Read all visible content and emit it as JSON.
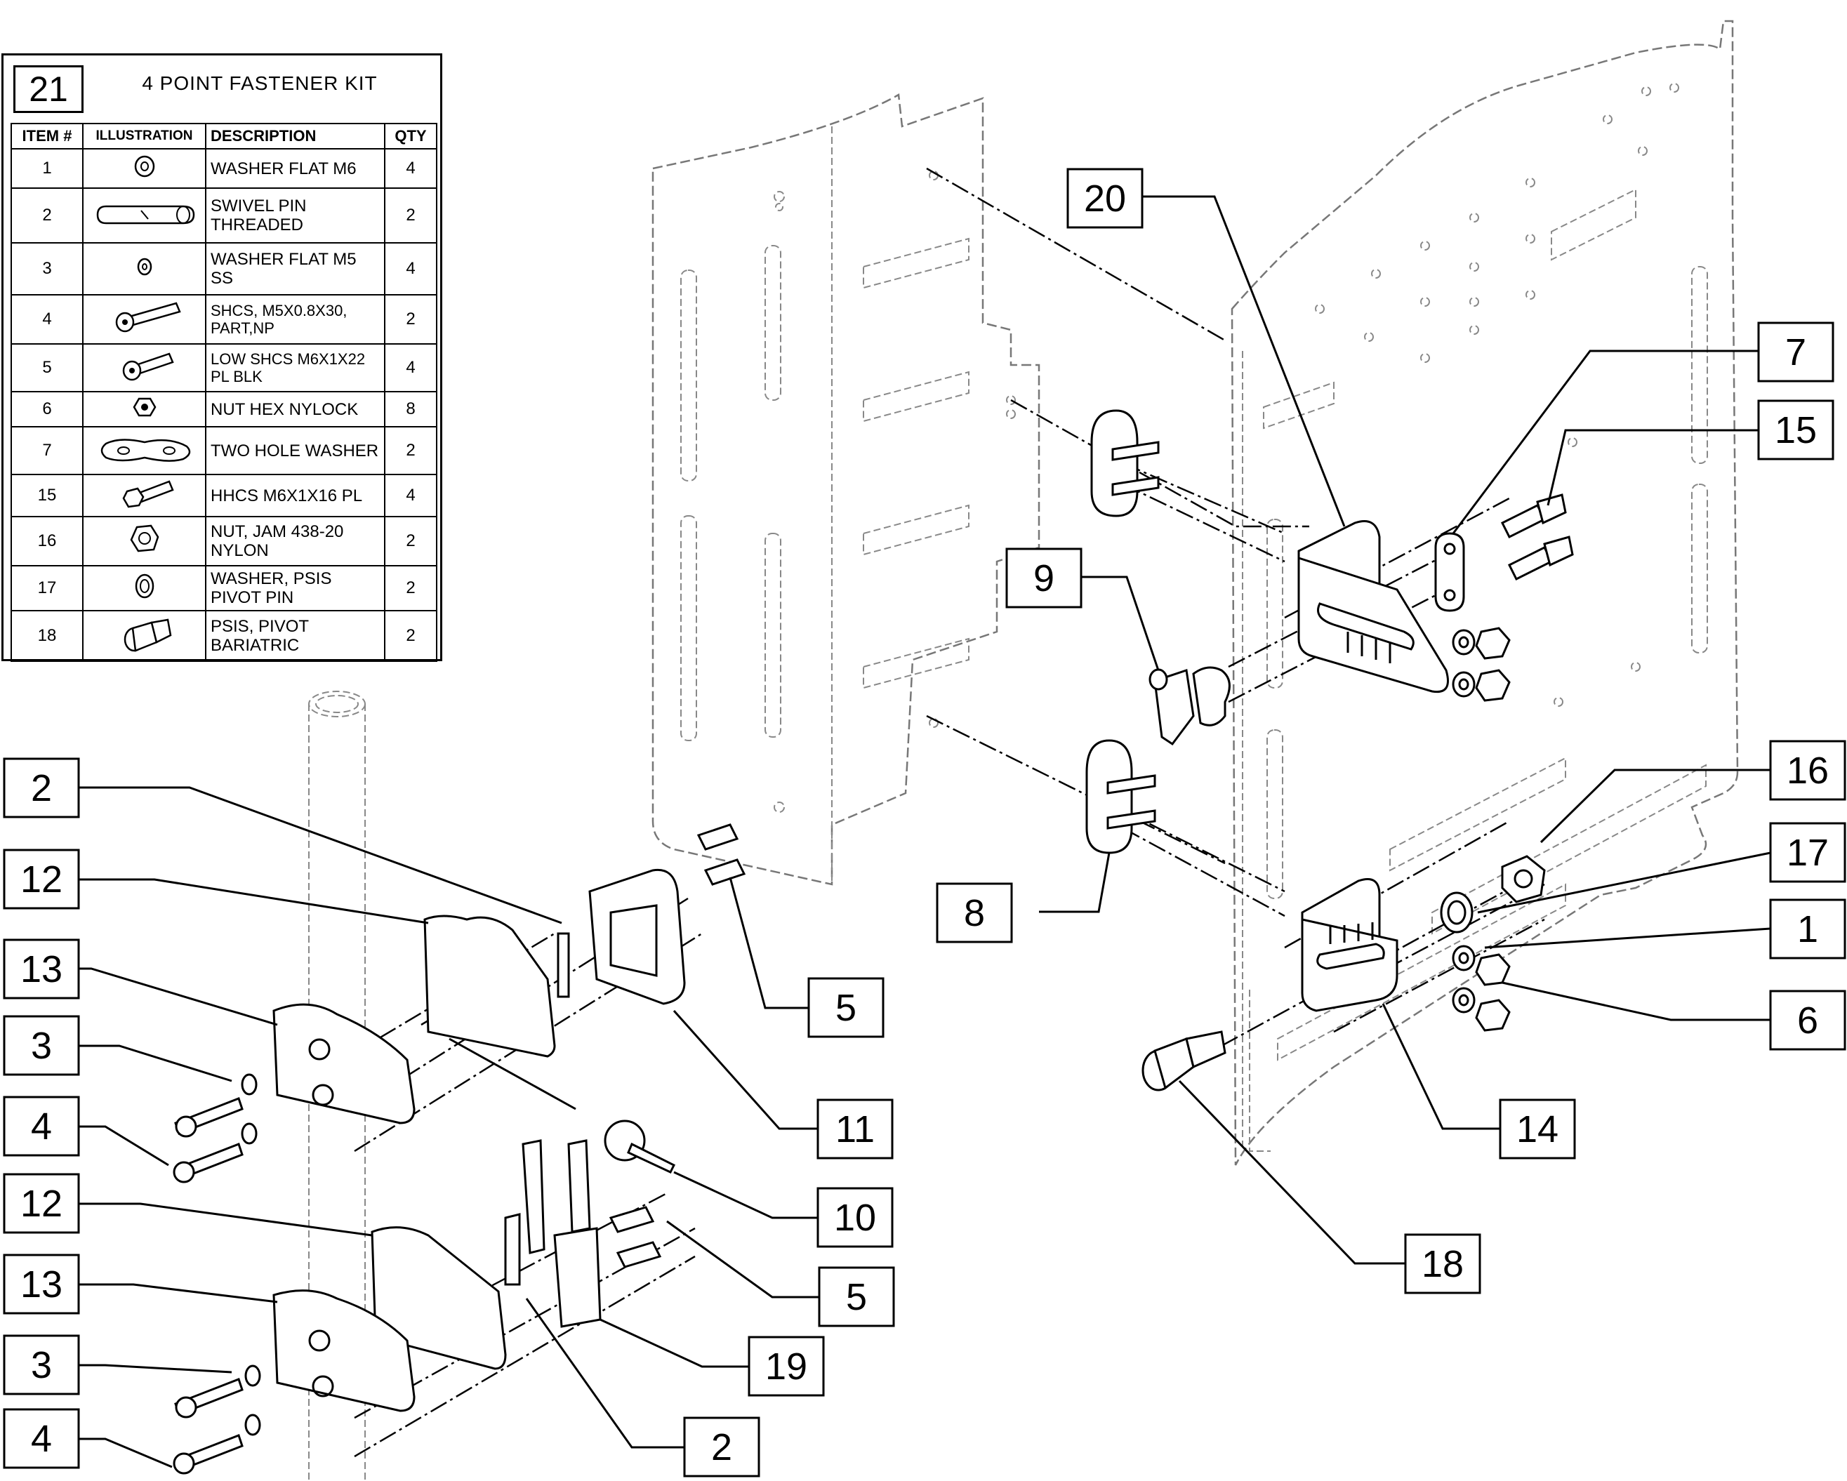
{
  "kit": {
    "number": "21",
    "title": "4 POINT FASTENER KIT",
    "headers": {
      "item": "ITEM #",
      "illustration": "ILLUSTRATION",
      "description": "DESCRIPTION",
      "qty": "QTY"
    },
    "rows": [
      {
        "item": "1",
        "icon": "flat-washer-icon",
        "description": "WASHER FLAT M6",
        "qty": "4"
      },
      {
        "item": "2",
        "icon": "swivel-pin-icon",
        "description": "SWIVEL PIN THREADED",
        "qty": "2"
      },
      {
        "item": "3",
        "icon": "small-washer-icon",
        "description": "WASHER FLAT M5 SS",
        "qty": "4"
      },
      {
        "item": "4",
        "icon": "socket-cap-screw-icon",
        "description": "SHCS, M5X0.8X30, PART,NP",
        "qty": "2"
      },
      {
        "item": "5",
        "icon": "low-socket-cap-screw-icon",
        "description": "LOW SHCS M6X1X22 PL BLK",
        "qty": "4"
      },
      {
        "item": "6",
        "icon": "hex-nut-icon",
        "description": "NUT HEX NYLOCK",
        "qty": "8"
      },
      {
        "item": "7",
        "icon": "two-hole-washer-icon",
        "description": "TWO HOLE WASHER",
        "qty": "2"
      },
      {
        "item": "15",
        "icon": "hex-head-screw-icon",
        "description": "HHCS M6X1X16 PL",
        "qty": "4"
      },
      {
        "item": "16",
        "icon": "jam-nut-icon",
        "description": "NUT, JAM 438-20 NYLON",
        "qty": "2"
      },
      {
        "item": "17",
        "icon": "pivot-washer-icon",
        "description": "WASHER, PSIS PIVOT PIN",
        "qty": "2"
      },
      {
        "item": "18",
        "icon": "pivot-pin-icon",
        "description": "PSIS, PIVOT BARIATRIC",
        "qty": "2"
      }
    ]
  },
  "callouts": [
    {
      "id": "c20",
      "label": "20"
    },
    {
      "id": "c7",
      "label": "7"
    },
    {
      "id": "c15",
      "label": "15"
    },
    {
      "id": "c9",
      "label": "9"
    },
    {
      "id": "c16",
      "label": "16"
    },
    {
      "id": "c17",
      "label": "17"
    },
    {
      "id": "c1",
      "label": "1"
    },
    {
      "id": "c6",
      "label": "6"
    },
    {
      "id": "c8",
      "label": "8"
    },
    {
      "id": "c14",
      "label": "14"
    },
    {
      "id": "c18",
      "label": "18"
    },
    {
      "id": "c2a",
      "label": "2"
    },
    {
      "id": "c12a",
      "label": "12"
    },
    {
      "id": "c13a",
      "label": "13"
    },
    {
      "id": "c3a",
      "label": "3"
    },
    {
      "id": "c4a",
      "label": "4"
    },
    {
      "id": "c5a",
      "label": "5"
    },
    {
      "id": "c11",
      "label": "11"
    },
    {
      "id": "c10",
      "label": "10"
    },
    {
      "id": "c12b",
      "label": "12"
    },
    {
      "id": "c5b",
      "label": "5"
    },
    {
      "id": "c13b",
      "label": "13"
    },
    {
      "id": "c3b",
      "label": "3"
    },
    {
      "id": "c19",
      "label": "19"
    },
    {
      "id": "c4b",
      "label": "4"
    },
    {
      "id": "c2b",
      "label": "2"
    }
  ]
}
